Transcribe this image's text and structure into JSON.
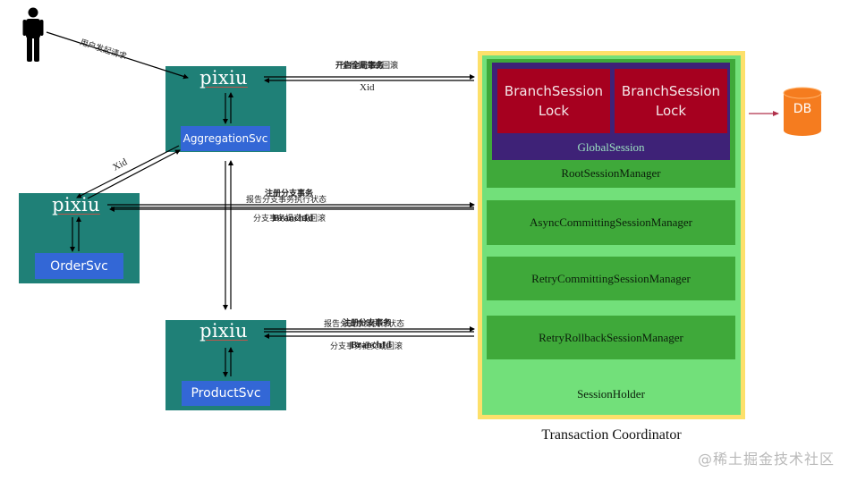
{
  "user": {
    "icon": "person-icon",
    "request_label": "用户发起请求"
  },
  "gateways": {
    "aggregation": {
      "proxy_label": "pixiu",
      "service_label": "AggregationSvc"
    },
    "order": {
      "proxy_label": "pixiu",
      "service_label": "OrderSvc"
    },
    "product": {
      "proxy_label": "pixiu",
      "service_label": "ProductSvc"
    }
  },
  "edges": {
    "agg_to_tc_top": "开启全局事务",
    "agg_to_tc_top_overlap": "全局提交或回滚",
    "agg_to_tc_bottom": "Xid",
    "agg_to_order": "Xid",
    "order_to_tc_top_1": "注册分支事务",
    "order_to_tc_top_2": "报告分支事务执行状态",
    "order_to_tc_bottom_1": "分支事务提交或回滚",
    "order_to_tc_bottom_2": "BranchId",
    "product_to_tc_top_1": "注册分支事务",
    "product_to_tc_top_2": "报告分支事务执行状态",
    "product_to_tc_bottom_1": "分支事务提交或回滚",
    "product_to_tc_bottom_2": "BranchId"
  },
  "coordinator": {
    "title": "Transaction Coordinator",
    "branch_sessions": [
      {
        "line1": "BranchSession",
        "line2": "Lock"
      },
      {
        "line1": "BranchSession",
        "line2": "Lock"
      }
    ],
    "global_session": "GlobalSession",
    "managers": [
      "RootSessionManager",
      "AsyncCommittingSessionManager",
      "RetryCommittingSessionManager",
      "RetryRollbackSessionManager"
    ],
    "holder": "SessionHolder"
  },
  "database": {
    "label": "DB",
    "color": "#f57c1f"
  },
  "colors": {
    "node_bg": "#1f8077",
    "service_bg": "#3367d6",
    "tc_border": "#fde06a",
    "tc_bg": "#72e07a",
    "manager_bg": "#3fa93a",
    "global_session_bg": "#3e2277",
    "branch_session_bg": "#a6001f"
  },
  "watermark": "@稀土掘金技术社区"
}
